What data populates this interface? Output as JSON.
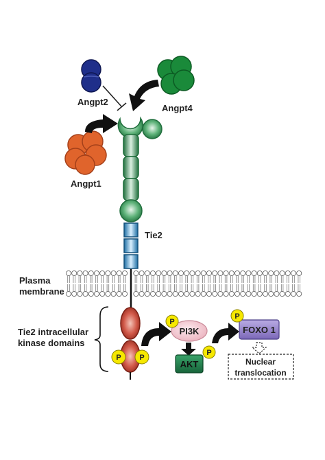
{
  "labels": {
    "angpt2": "Angpt2",
    "angpt4": "Angpt4",
    "angpt1": "Angpt1",
    "tie2": "Tie2",
    "membrane_line1": "Plasma",
    "membrane_line2": "membrane",
    "kinase_line1": "Tie2 intracellular",
    "kinase_line2": "kinase domains",
    "pi3k": "PI3K",
    "akt": "AKT",
    "foxo1": "FOXO 1",
    "nuclear_line1": "Nuclear",
    "nuclear_line2": "translocation",
    "phospho": "P"
  },
  "colors": {
    "angpt2": "#1f2f8a",
    "angpt4": "#1a8a3a",
    "angpt1": "#e0642c",
    "tie2_green": "#2f8a52",
    "tie2_blue": "#2a88c0",
    "kinase_red": "#c0392b",
    "pi3k": "#f2c6cf",
    "akt": "#1f7a4a",
    "foxo1": "#8a78c4",
    "phospho": "#f6e800"
  }
}
